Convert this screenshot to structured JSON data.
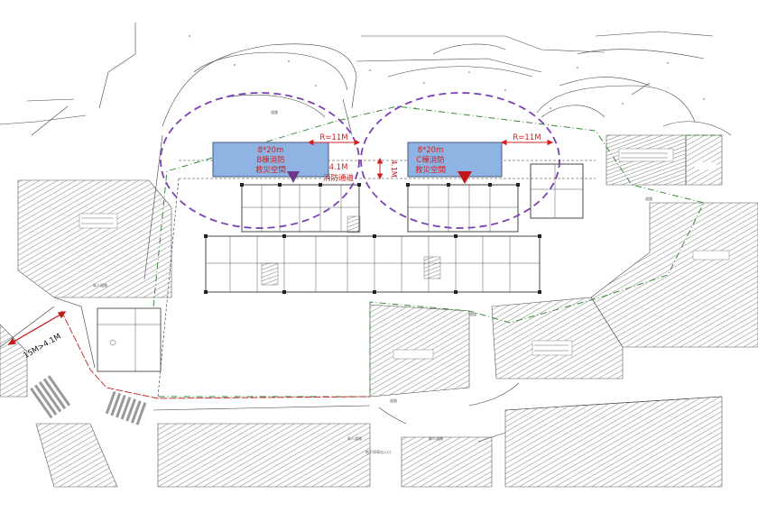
{
  "zones": {
    "b_zone": {
      "size": "8*20m",
      "name": "B棟消防",
      "purpose": "救災空間"
    },
    "c_zone": {
      "size": "8*20m",
      "name": "C棟消防",
      "purpose": "救災空間"
    }
  },
  "dimensions": {
    "radius_b": "R=11M",
    "radius_c": "R=11M",
    "lane_width": "4.1M",
    "lane_name": "消防通道",
    "vertical_width": "4.1M",
    "road_width": "15M>4.1M"
  },
  "colors": {
    "zone_fill": "#8fb4e3",
    "red": "#d32020",
    "purple": "#7a3fb5",
    "green": "#3a8a3a",
    "hatch": "#7a7a7a"
  },
  "small_labels": {
    "private_road_1": "私人道路",
    "private_road_2": "私人道路",
    "private_road_3": "私人道路",
    "parking_entry": "地下停車出入口",
    "road_a": "道路",
    "road_b": "道路",
    "road_c": "道路",
    "road_d": "道路"
  }
}
